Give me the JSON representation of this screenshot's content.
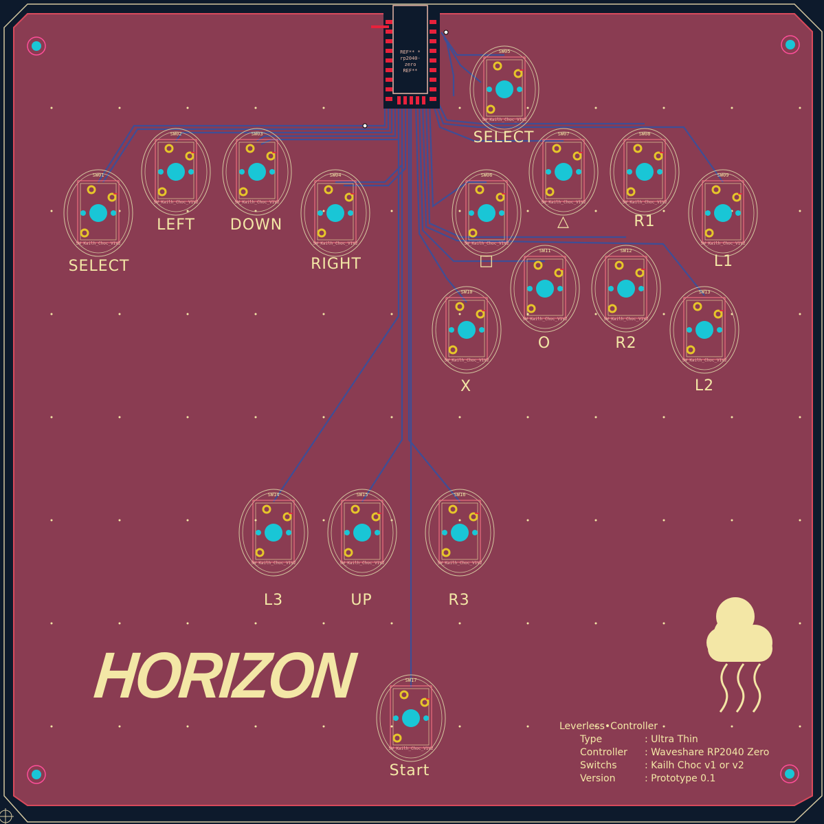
{
  "brand": "HORIZON",
  "mcu": {
    "ref_top": "REF** *",
    "value": "rp2040-zero",
    "ref_bottom": "REF**"
  },
  "footprint_name": "SW_Kailh_Choc_V1V2",
  "switches": [
    {
      "ref": "SW01",
      "label": "SELECT"
    },
    {
      "ref": "SW02",
      "label": "LEFT"
    },
    {
      "ref": "SW03",
      "label": "DOWN"
    },
    {
      "ref": "SW04",
      "label": "RIGHT"
    },
    {
      "ref": "SW05",
      "label": "SELECT"
    },
    {
      "ref": "SW06",
      "label": "□"
    },
    {
      "ref": "SW07",
      "label": "△"
    },
    {
      "ref": "SW08",
      "label": "R1"
    },
    {
      "ref": "SW09",
      "label": "L1"
    },
    {
      "ref": "SW10",
      "label": "X"
    },
    {
      "ref": "SW11",
      "label": "O"
    },
    {
      "ref": "SW12",
      "label": "R2"
    },
    {
      "ref": "SW13",
      "label": "L2"
    },
    {
      "ref": "SW14",
      "label": "L3"
    },
    {
      "ref": "SW15",
      "label": "UP"
    },
    {
      "ref": "SW16",
      "label": "R3"
    },
    {
      "ref": "SW17",
      "label": "Start"
    }
  ],
  "info": {
    "title": "Leverless•Controller",
    "rows": [
      {
        "key": "Type",
        "value": ": Ultra Thin"
      },
      {
        "key": "Controller",
        "value": ": Waveshare RP2040 Zero"
      },
      {
        "key": "Switchs",
        "value": ": Kailh Choc v1 or v2"
      },
      {
        "key": "Version",
        "value": ": Prototype 0.1"
      }
    ]
  },
  "colors": {
    "board": "#8a3c52",
    "outline": "#d5c8a0",
    "trace": "#3a4f9a",
    "pad": "#19c6d6",
    "silk": "#f3e7a6",
    "courtyard": "#ff7788"
  },
  "logo_icon": "rain-cloud-icon"
}
